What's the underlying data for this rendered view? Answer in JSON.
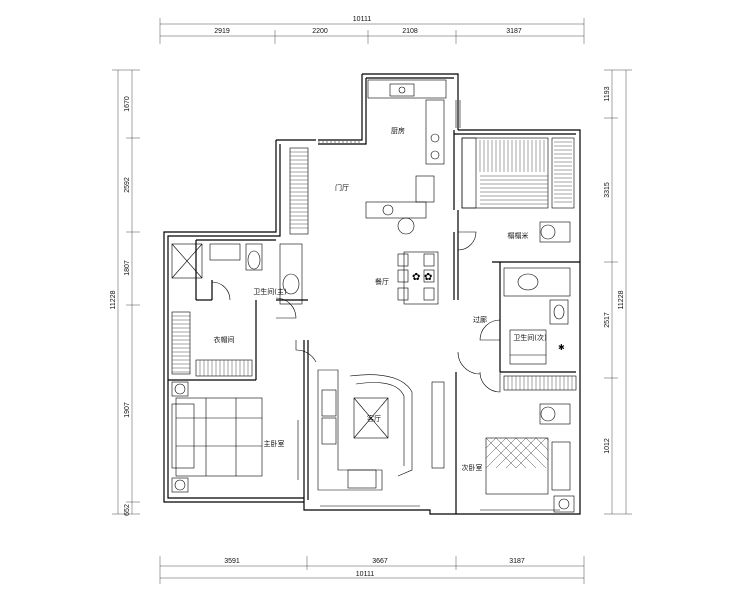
{
  "dimensions": {
    "top_total": "10111",
    "top_segments": [
      "2919",
      "2200",
      "2108",
      "3187"
    ],
    "bottom_total": "10111",
    "bottom_segments": [
      "3591",
      "3667",
      "3187"
    ],
    "left_total": "11228",
    "left_segments": [
      "1670",
      "2592",
      "1807",
      "1907",
      "652"
    ],
    "right_total": "11228",
    "right_segments": [
      "1193",
      "3315",
      "2517",
      "1012"
    ]
  },
  "rooms": {
    "kitchen": "厨房",
    "foyer": "门厅",
    "dining": "餐厅",
    "tatami": "榻榻米",
    "corridor": "过廊",
    "master_bath": "卫生间(主)",
    "guest_bath": "卫生间(次)",
    "closet": "衣帽间",
    "living": "客厅",
    "master_bedroom": "主卧室",
    "second_bedroom": "次卧室"
  }
}
